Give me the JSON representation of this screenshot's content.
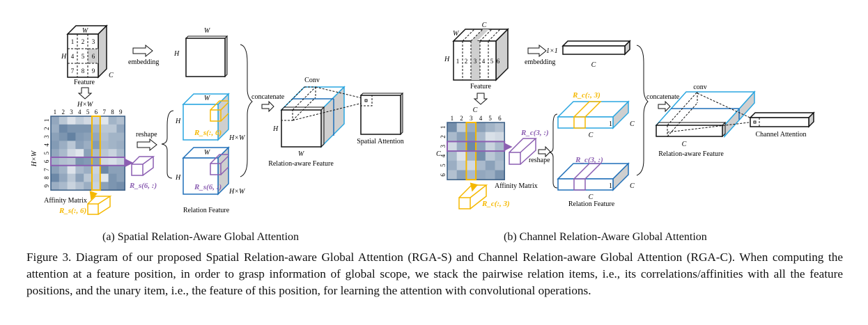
{
  "colors": {
    "spatial_blue_light": "#2aa6e0",
    "spatial_blue_dark": "#1f6fb8",
    "highlight_orange": "#f5b800",
    "highlight_purple": "#8c5fb2",
    "side_gray": "#cfcfcf",
    "matrix_dark": "#4d6f94",
    "matrix_light": "#e8ecf1"
  },
  "panel_a": {
    "feature_cube": {
      "label": "Feature",
      "dim_w": "W",
      "dim_h": "H",
      "dim_c": "C",
      "cells": [
        "1",
        "2",
        "3",
        "4",
        "5",
        "6",
        "7",
        "8",
        "9"
      ],
      "highlighted_cell": "6"
    },
    "embedding_label": "embedding",
    "embedded_map": {
      "dim_w": "W",
      "dim_h": "H"
    },
    "affinity": {
      "label": "Affinity Matrix",
      "top_label": "H×W",
      "side_label": "H×W",
      "col_ticks": [
        "1",
        "2",
        "3",
        "4",
        "5",
        "6",
        "7",
        "8",
        "9"
      ],
      "row_ticks": [
        "1",
        "2",
        "3",
        "4",
        "5",
        "6",
        "7",
        "8",
        "9"
      ],
      "highlight_col": 6,
      "highlight_row": 6,
      "values": [
        [
          0.45,
          0.7,
          0.92,
          0.75,
          0.85,
          0.8,
          0.95,
          0.55,
          0.65
        ],
        [
          0.5,
          0.2,
          0.3,
          0.3,
          0.3,
          0.55,
          0.7,
          0.7,
          0.45
        ],
        [
          0.4,
          0.3,
          0.15,
          0.35,
          0.4,
          0.45,
          0.65,
          0.55,
          0.55
        ],
        [
          0.35,
          0.5,
          0.7,
          0.4,
          0.5,
          0.35,
          0.6,
          0.55,
          0.5
        ],
        [
          0.45,
          0.6,
          0.85,
          0.95,
          0.4,
          0.6,
          0.7,
          0.8,
          0.6
        ],
        [
          0.55,
          0.65,
          0.7,
          0.3,
          0.35,
          0.4,
          0.85,
          0.9,
          0.8
        ],
        [
          0.4,
          0.55,
          0.92,
          0.6,
          0.5,
          0.8,
          0.2,
          0.4,
          0.4
        ],
        [
          0.2,
          0.45,
          0.7,
          0.4,
          0.7,
          0.75,
          0.95,
          0.3,
          0.4
        ],
        [
          0.5,
          0.6,
          0.8,
          0.65,
          0.5,
          0.8,
          0.4,
          0.3,
          0.25
        ]
      ]
    },
    "col_slice_label": "R_s(:, 6)",
    "row_slice_label": "R_s(6, :)",
    "reshape_label": "reshape",
    "relation_feature": {
      "label": "Relation Feature",
      "top_cube": {
        "dim_w": "W",
        "dim_h": "H",
        "depth": "H×W",
        "slice_label": "R_s(:, 6)"
      },
      "bottom_cube": {
        "dim_w": "W",
        "dim_h": "H",
        "depth": "H×W",
        "slice_label": "R_s(6, :)"
      }
    },
    "concatenate_label": "concatenate",
    "relation_aware_feature": {
      "label": "Relation-aware Feature",
      "conv_label": "Conv",
      "dim_h": "H",
      "dim_w": "W"
    },
    "attention_label": "Spatial Attention",
    "subcaption": "(a)  Spatial Relation-Aware Global Attention"
  },
  "panel_b": {
    "feature_block": {
      "label": "Feature",
      "dim_w": "W",
      "dim_h": "H",
      "dim_c": "C",
      "slices": [
        "1",
        "2",
        "3",
        "4",
        "5",
        "6"
      ],
      "highlighted_slice": "3"
    },
    "embedding_label": "embedding",
    "embedded_vector": {
      "dim": "1×1",
      "dim_c": "C"
    },
    "affinity": {
      "label": "Affinity Matrix",
      "top_label": "C",
      "side_label": "C",
      "col_ticks": [
        "1",
        "2",
        "3",
        "4",
        "5",
        "6"
      ],
      "row_ticks": [
        "1",
        "2",
        "3",
        "4",
        "5",
        "6"
      ],
      "highlight_col": 3,
      "highlight_row": 3,
      "values": [
        [
          0.25,
          0.75,
          0.5,
          0.4,
          0.55,
          0.65
        ],
        [
          0.6,
          0.4,
          0.35,
          0.6,
          0.9,
          0.85
        ],
        [
          0.85,
          0.5,
          0.2,
          0.4,
          0.8,
          0.6
        ],
        [
          0.6,
          0.92,
          0.55,
          0.25,
          0.7,
          0.55
        ],
        [
          0.5,
          0.75,
          0.85,
          0.6,
          0.4,
          0.6
        ],
        [
          0.65,
          0.4,
          0.6,
          0.45,
          0.5,
          0.3
        ]
      ]
    },
    "col_slice_label": "R_c(:, 3)",
    "row_slice_label": "R_c(3, :)",
    "reshape_label": "reshape",
    "relation_feature": {
      "label": "Relation Feature",
      "top_block": {
        "slice_label": "R_c(:, 3)",
        "dim_c": "C",
        "height": "1",
        "depth": "C"
      },
      "bottom_block": {
        "slice_label": "R_c(3, :)",
        "dim_c": "C",
        "height": "1",
        "depth": "C"
      }
    },
    "concatenate_label": "concatenate",
    "relation_aware_feature": {
      "label": "Relation-aware Feature",
      "conv_label": "conv",
      "dim_c": "C"
    },
    "attention_label": "Channel Attention",
    "subcaption": "(b)  Channel Relation-Aware Global Attention"
  },
  "caption": {
    "text": "Figure 3. Diagram of our proposed Spatial Relation-aware Global Attention (RGA-S) and Channel Relation-aware Global Attention (RGA-C). When computing the attention at a feature position, in order to grasp information of global scope, we stack the pairwise relation items, i.e., its correlations/affinities with all the feature positions, and the unary item, i.e., the feature of this position, for learning the attention with convolutional operations."
  }
}
